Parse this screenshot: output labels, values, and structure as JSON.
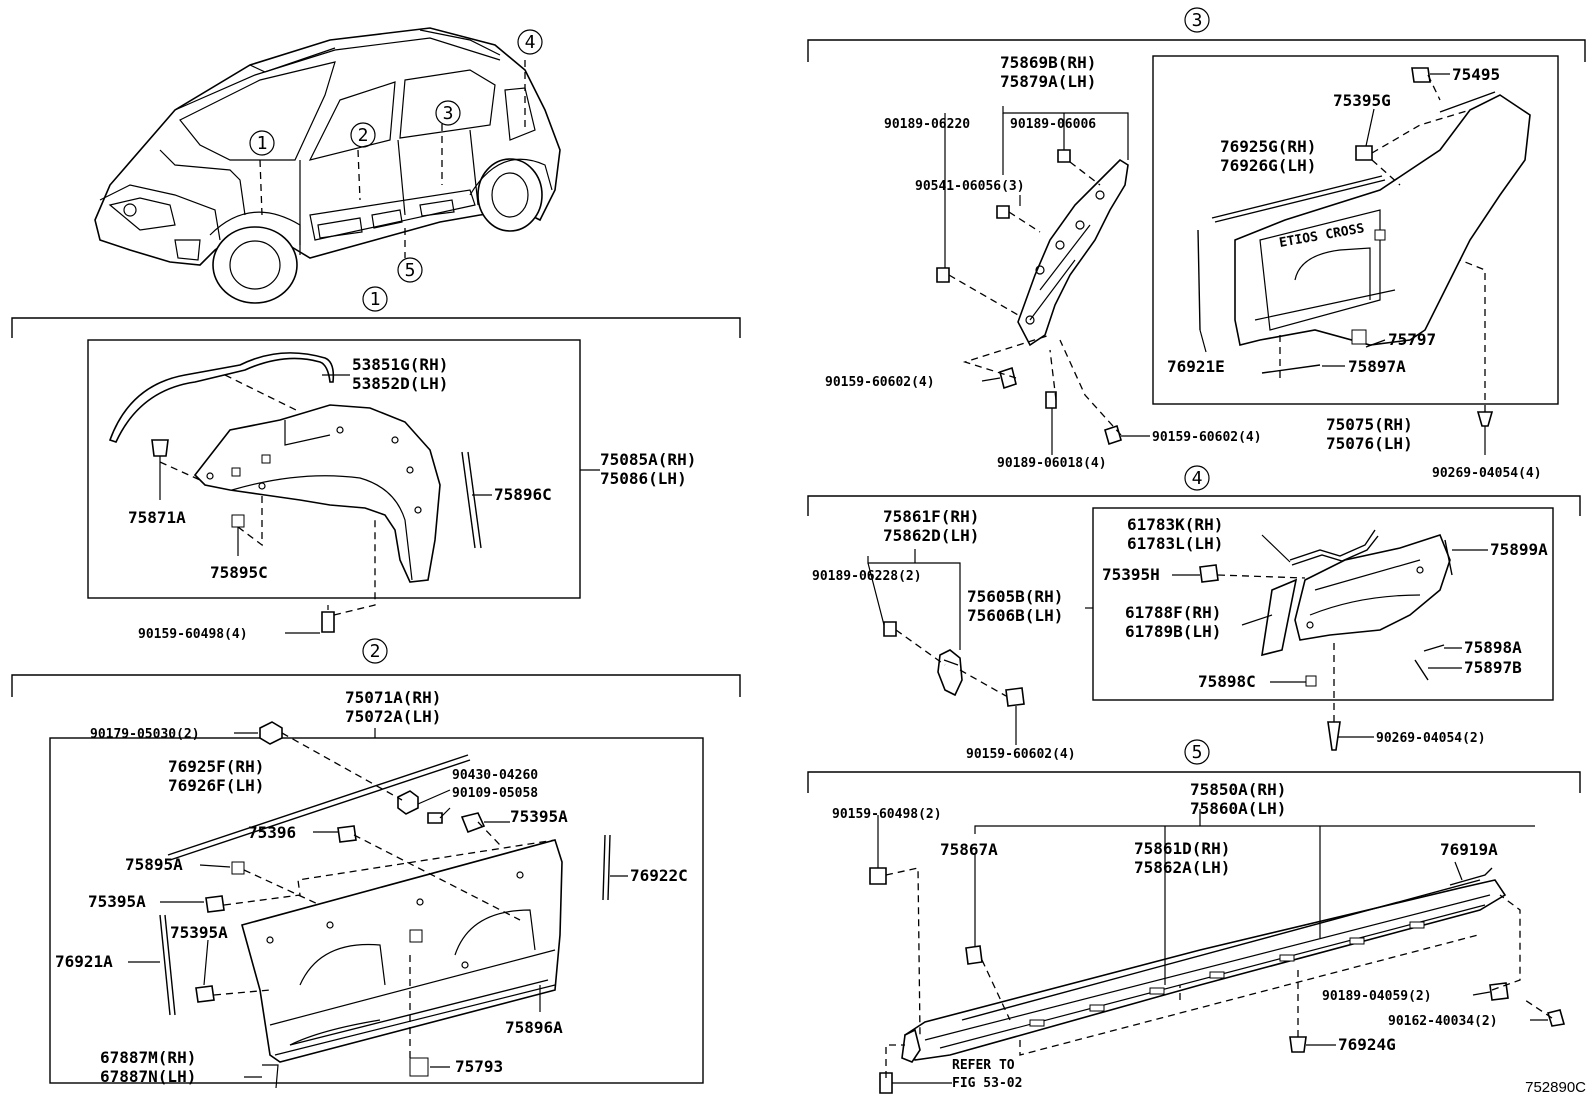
{
  "callouts": {
    "c1": "1",
    "c2": "2",
    "c3": "3",
    "c4": "4",
    "c5": "5"
  },
  "s1": {
    "p53851": "53851G(RH)",
    "p53852": "53852D(LH)",
    "p75085": "75085A(RH)",
    "p75086": "75086(LH)",
    "p75896c": "75896C",
    "p75871a": "75871A",
    "p75895c": "75895C",
    "p90159": "90159-60498(4)"
  },
  "s2": {
    "p90179": "90179-05030(2)",
    "p75071": "75071A(RH)",
    "p75072": "75072A(LH)",
    "p76925f": "76925F(RH)",
    "p76926f": "76926F(LH)",
    "p90430": "90430-04260",
    "p90109": "90109-05058",
    "p75395a_top": "75395A",
    "p75396": "75396",
    "p75895a": "75895A",
    "p76922c": "76922C",
    "p75395a_left": "75395A",
    "p75395a_mid": "75395A",
    "p76921a": "76921A",
    "p75896a": "75896A",
    "p67887m": "67887M(RH)",
    "p67887n": "67887N(LH)",
    "p75793": "75793"
  },
  "s3": {
    "p75869b": "75869B(RH)",
    "p75879a": "75879A(LH)",
    "p90189_0622": "90189-06220",
    "p90189_0600": "90189-06006",
    "p90541": "90541-06056(3)",
    "p75495": "75495",
    "p75395g": "75395G",
    "p76925g": "76925G(RH)",
    "p76926g": "76926G(LH)",
    "p75797": "75797",
    "p76921e": "76921E",
    "p75897a": "75897A",
    "p90159a": "90159-60602(4)",
    "p90159b": "90159-60602(4)",
    "p90189_0601": "90189-06018(4)",
    "p75075": "75075(RH)",
    "p75076": "75076(LH)",
    "p90269": "90269-04054(4)",
    "emblem": "ETIOS CROSS"
  },
  "s4": {
    "p75861f": "75861F(RH)",
    "p75862d": "75862D(LH)",
    "p90189": "90189-06228(2)",
    "p75605b": "75605B(RH)",
    "p75606b": "75606B(LH)",
    "p90159": "90159-60602(4)",
    "p61783k": "61783K(RH)",
    "p61783l": "61783L(LH)",
    "p75899a": "75899A",
    "p75395h": "75395H",
    "p61788f": "61788F(RH)",
    "p61789b": "61789B(LH)",
    "p75898a": "75898A",
    "p75897b": "75897B",
    "p75898c": "75898C",
    "p90269": "90269-04054(2)"
  },
  "s5": {
    "p75850a": "75850A(RH)",
    "p75860a": "75860A(LH)",
    "p90159": "90159-60498(2)",
    "p75867a": "75867A",
    "p75861d": "75861D(RH)",
    "p75862a": "75862A(LH)",
    "p76919a": "76919A",
    "p90189": "90189-04059(2)",
    "p90162": "90162-40034(2)",
    "p76924g": "76924G",
    "refer1": "REFER TO",
    "refer2": "FIG 53-02"
  },
  "diagram_id": "752890C"
}
